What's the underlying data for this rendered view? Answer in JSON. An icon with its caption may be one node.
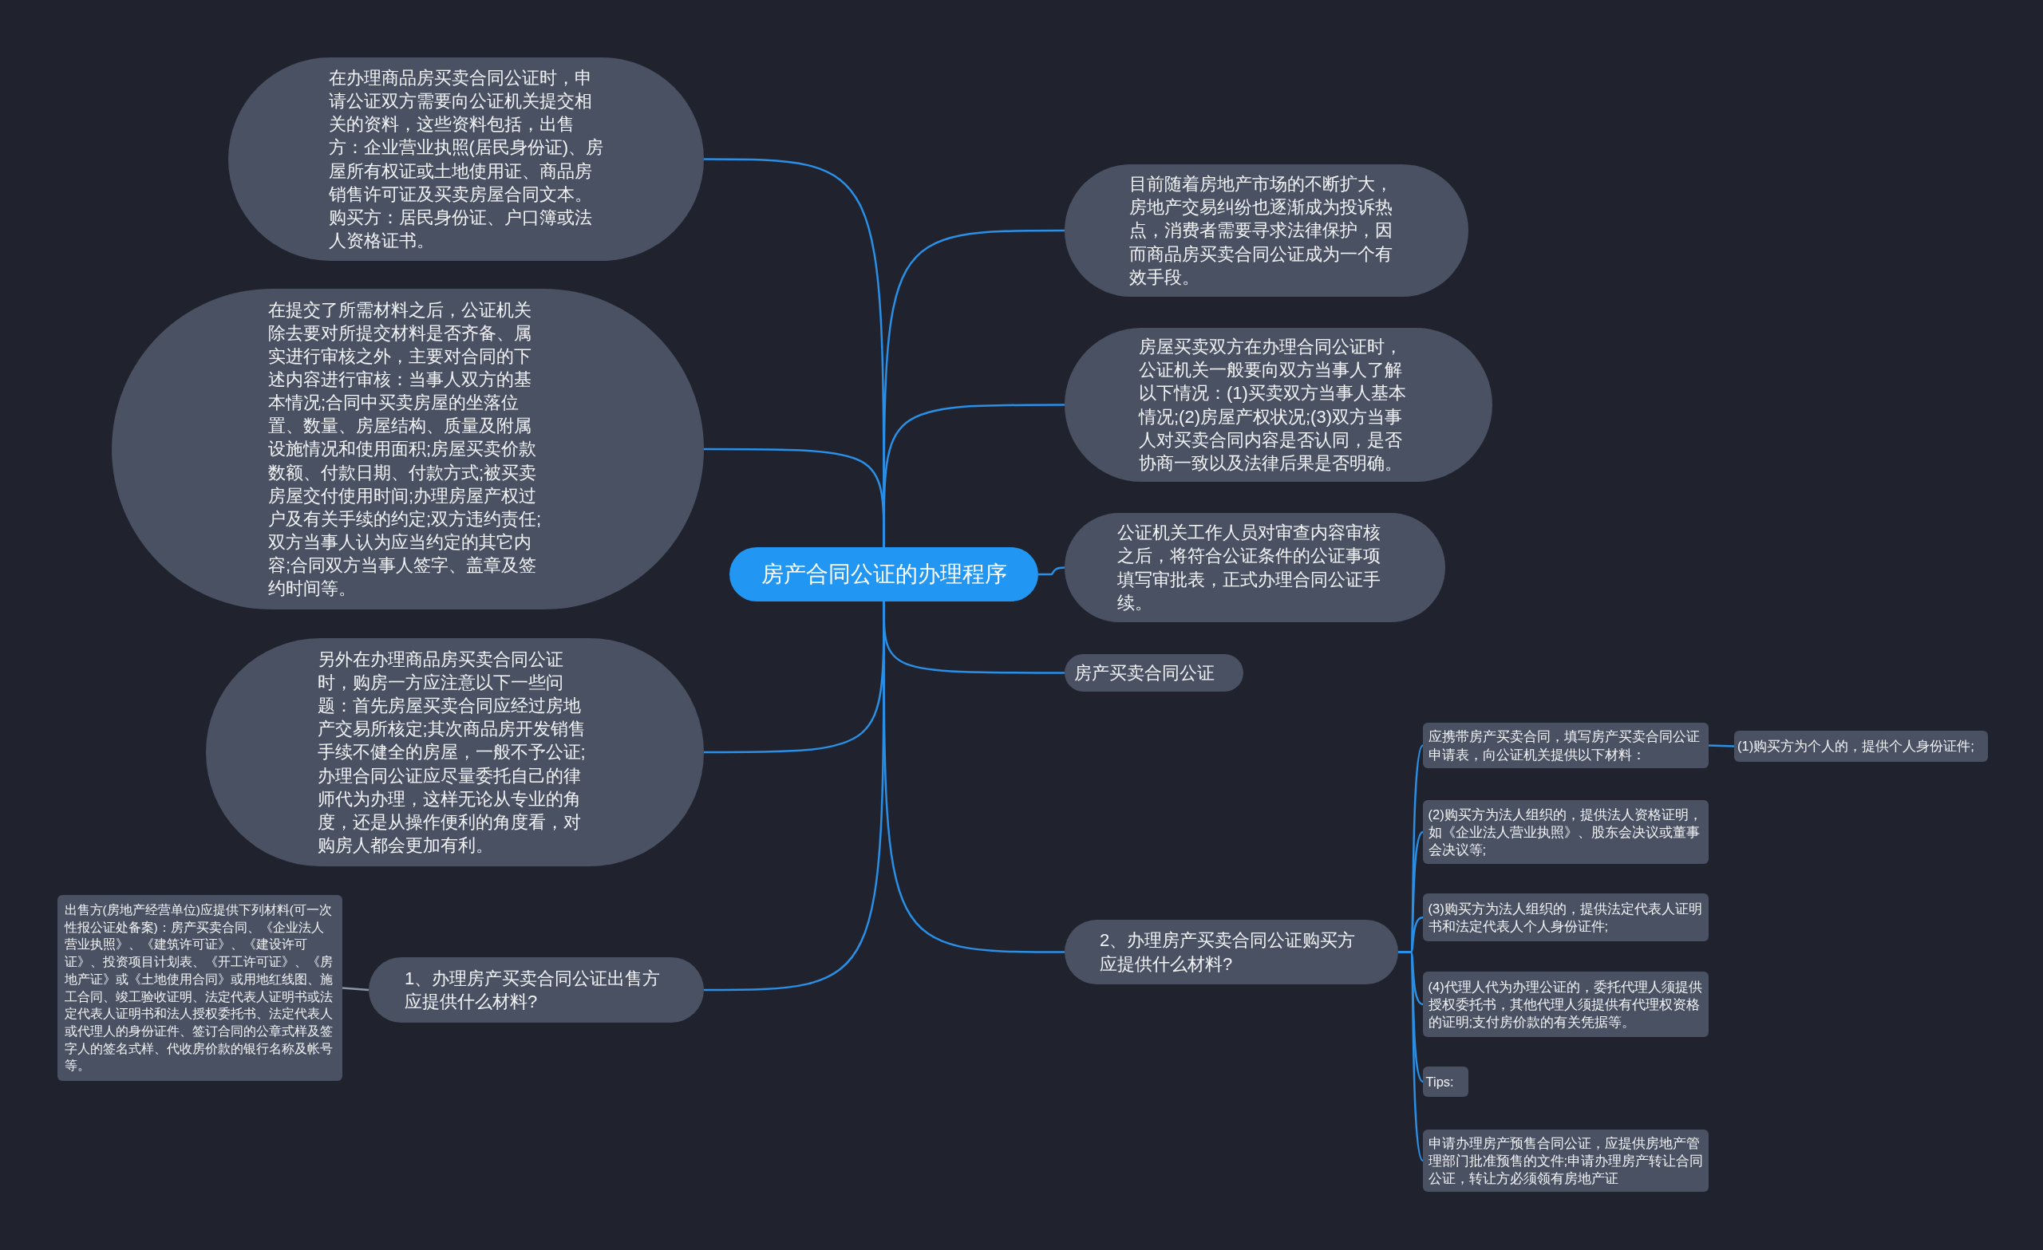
{
  "diagram": {
    "nodes": [
      {
        "text": [
          "房产合同公证的办理程序"
        ]
      },
      {
        "text": [
          "在办理商品房买卖合同公证时，申请公证双方需要向公证机关提交相关的资料，这些资料包括，出售方：企业营业执照(居民身份证)、房屋所有权证或土地使用证、商品房销售许可证及买卖房屋合同文本。购买方：居民身份证、户口簿或法人资格证书。"
        ]
      },
      {
        "text": [
          "在提交了所需材料之后，公证机关除去要对所提交材料是否齐备、属实进行审核之外，主要对合同的下述内容进行审核：当事人双方的基本情况;合同中买卖房屋的坐落位置、数量、房屋结构、质量及附属设施情况和使用面积;房屋买卖价款数额、付款日期、付款方式;被买卖房屋交付使用时间;办理房屋产权过户及有关手续的约定;双方违约责任;双方当事人认为应当约定的其它内容;合同双方当事人签字、盖章及签约时间等。"
        ]
      },
      {
        "text": [
          "另外在办理商品房买卖合同公证时，购房一方应注意以下一些问题：首先房屋买卖合同应经过房地产交易所核定;其次商品房开发销售手续不健全的房屋，一般不予公证;办理合同公证应尽量委托自己的律师代为办理，这样无论从专业的角度，还是从操作便利的角度看，对购房人都会更加有利。"
        ]
      },
      {
        "text": [
          "1、办理房产买卖合同公证出售方应提供什么材料?"
        ]
      },
      {
        "text": [
          "出售方(房地产经营单位)应提供下列材料(可一次性报公证处备案)：房产买卖合同、《企业法人营业执照》、《建筑许可证》、《建设许可证》、投资项目计划表、《开工许可证》、《房地产证》或《土地使用合同》或用地红线图、施工合同、竣工验收证明、法定代表人证明书或法定代表人证明书和法人授权委托书、法定代表人或代理人的身份证件、签订合同的公章式样及签字人的签名式样、代收房价款的银行名称及帐号等。"
        ]
      },
      {
        "text": [
          "目前随着房地产市场的不断扩大，房地产交易纠纷也逐渐成为投诉热点，消费者需要寻求法律保护，因而商品房买卖合同公证成为一个有效手段。"
        ]
      },
      {
        "text": [
          "房屋买卖双方在办理合同公证时，公证机关一般要向双方当事人了解以下情况：(1)买卖双方当事人基本情况;(2)房屋产权状况;(3)双方当事人对买卖合同内容是否认同，是否协商一致以及法律后果是否明确。"
        ]
      },
      {
        "text": [
          "公证机关工作人员对审查内容审核之后，将符合公证条件的公证事项填写审批表，正式办理合同公证手续。"
        ]
      },
      {
        "text": [
          "房产买卖合同公证"
        ]
      },
      {
        "text": [
          "2、办理房产买卖合同公证购买方应提供什么材料?"
        ]
      },
      {
        "text": [
          "应携带房产买卖合同，填写房产买卖合同公证申请表，向公证机关提供以下材料："
        ]
      },
      {
        "text": [
          "(1)购买方为个人的，提供个人身份证件;"
        ]
      },
      {
        "text": [
          "(2)购买方为法人组织的，提供法人资格证明，如《企业法人营业执照》、股东会决议或董事会决议等;"
        ]
      },
      {
        "text": [
          "(3)购买方为法人组织的，提供法定代表人证明书和法定代表人个人身份证件;"
        ]
      },
      {
        "text": [
          "(4)代理人代为办理公证的，委托代理人须提供授权委托书，其他代理人须提供有代理权资格的证明;支付房价款的有关凭据等。"
        ]
      },
      {
        "text": [
          "Tips:"
        ]
      },
      {
        "text": [
          "申请办理房产预售合同公证，应提供房地产管理部门批准预售的文件;申请办理房产转让合同公证，转让方必须领有房地产证"
        ]
      }
    ],
    "edges": [
      {
        "from": 0,
        "to": 1,
        "arrow": "none"
      },
      {
        "from": 0,
        "to": 2,
        "arrow": "none"
      },
      {
        "from": 0,
        "to": 3,
        "arrow": "none"
      },
      {
        "from": 0,
        "to": 4,
        "arrow": "none"
      },
      {
        "from": 4,
        "to": 5,
        "arrow": "none",
        "color": "#8a96a8"
      },
      {
        "from": 0,
        "to": 6,
        "arrow": "none"
      },
      {
        "from": 0,
        "to": 7,
        "arrow": "none"
      },
      {
        "from": 0,
        "to": 8,
        "arrow": "none"
      },
      {
        "from": 0,
        "to": 9,
        "arrow": "none"
      },
      {
        "from": 0,
        "to": 10,
        "arrow": "none"
      },
      {
        "from": 10,
        "to": 11,
        "arrow": "none"
      },
      {
        "from": 11,
        "to": 12,
        "arrow": "none"
      },
      {
        "from": 10,
        "to": 13,
        "arrow": "none"
      },
      {
        "from": 10,
        "to": 14,
        "arrow": "none"
      },
      {
        "from": 10,
        "to": 15,
        "arrow": "none"
      },
      {
        "from": 10,
        "to": 16,
        "arrow": "none"
      },
      {
        "from": 10,
        "to": 17,
        "arrow": "none"
      }
    ]
  }
}
